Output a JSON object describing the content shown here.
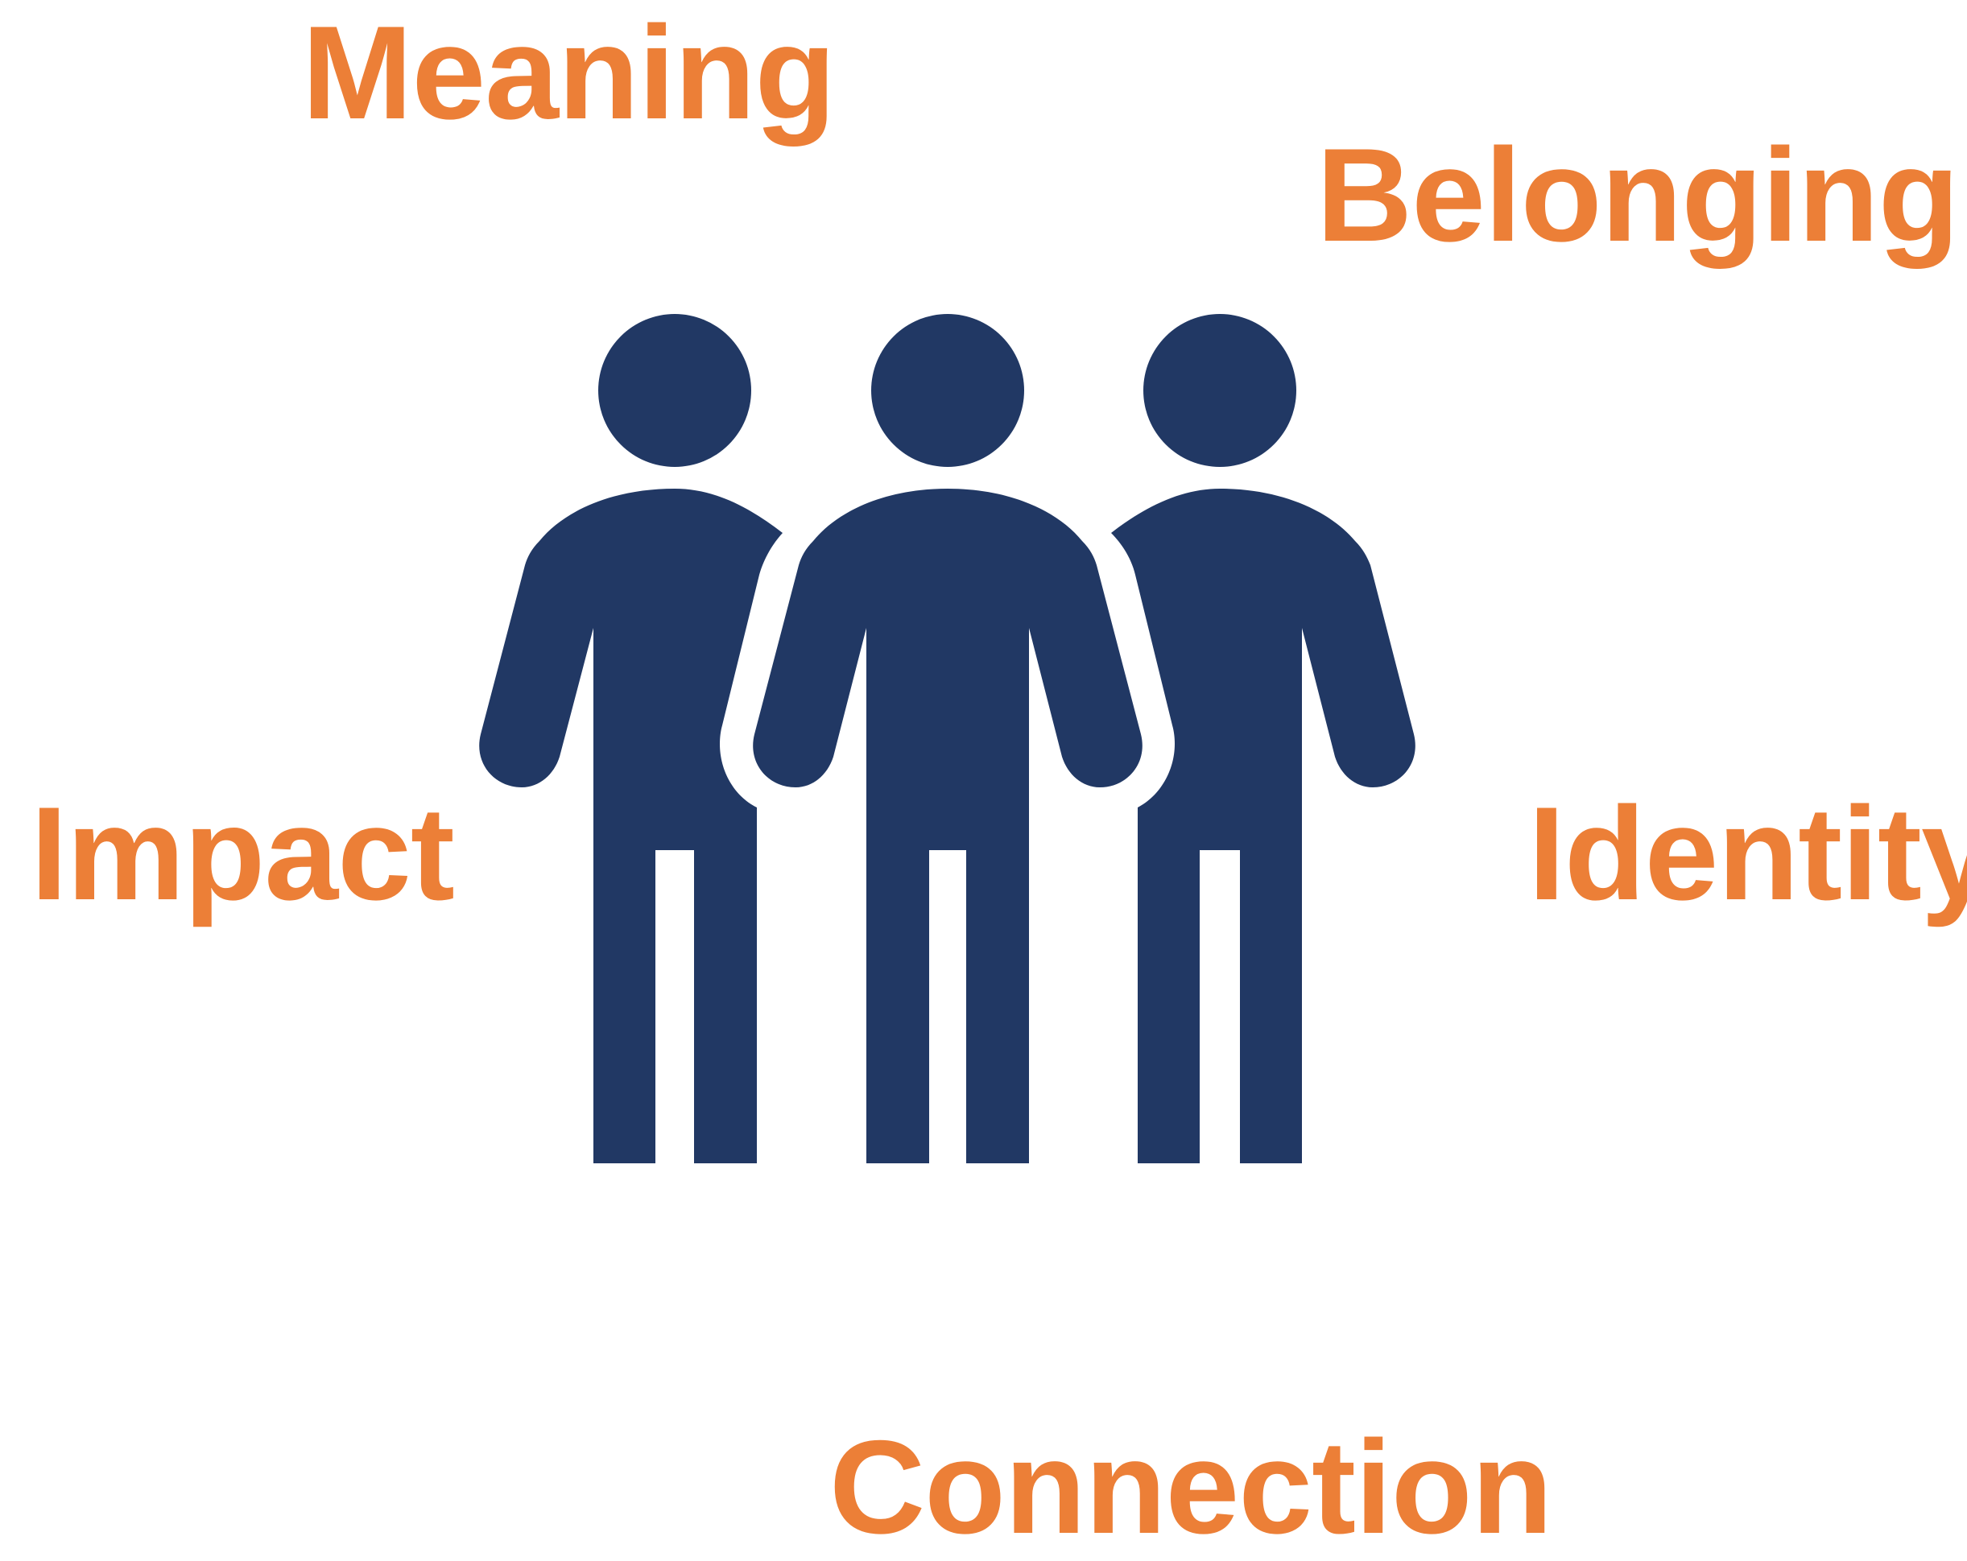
{
  "words": {
    "meaning": "Meaning",
    "belonging": "Belonging",
    "impact": "Impact",
    "identity": "Identity",
    "connection": "Connection"
  },
  "colors": {
    "word": "#ec7f37",
    "figure": "#213864",
    "background": "#ffffff"
  },
  "icons": {
    "figures": "people-group-icon"
  }
}
